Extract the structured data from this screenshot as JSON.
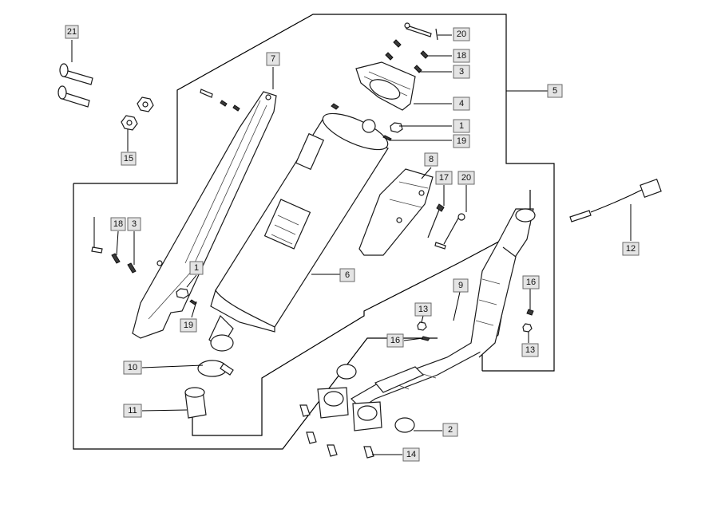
{
  "diagram": {
    "type": "exploded-parts-view",
    "callouts": [
      {
        "id": "c21",
        "label": "21"
      },
      {
        "id": "c7",
        "label": "7"
      },
      {
        "id": "c20a",
        "label": "20"
      },
      {
        "id": "c18a",
        "label": "18"
      },
      {
        "id": "c3a",
        "label": "3"
      },
      {
        "id": "c4",
        "label": "4"
      },
      {
        "id": "c5",
        "label": "5"
      },
      {
        "id": "c1a",
        "label": "1"
      },
      {
        "id": "c19a",
        "label": "19"
      },
      {
        "id": "c15",
        "label": "15"
      },
      {
        "id": "c8",
        "label": "8"
      },
      {
        "id": "c17",
        "label": "17"
      },
      {
        "id": "c20b",
        "label": "20"
      },
      {
        "id": "c18b",
        "label": "18"
      },
      {
        "id": "c3b",
        "label": "3"
      },
      {
        "id": "c12",
        "label": "12"
      },
      {
        "id": "c1b",
        "label": "1"
      },
      {
        "id": "c6",
        "label": "6"
      },
      {
        "id": "c9",
        "label": "9"
      },
      {
        "id": "c16a",
        "label": "16"
      },
      {
        "id": "c19b",
        "label": "19"
      },
      {
        "id": "c13a",
        "label": "13"
      },
      {
        "id": "c13b",
        "label": "13"
      },
      {
        "id": "c16b",
        "label": "16"
      },
      {
        "id": "c10",
        "label": "10"
      },
      {
        "id": "c11",
        "label": "11"
      },
      {
        "id": "c2",
        "label": "2"
      },
      {
        "id": "c14",
        "label": "14"
      }
    ],
    "parts": [
      "bolt",
      "nut",
      "heat-shield-bracket",
      "muffler-end-cap",
      "muffler",
      "heat-shield",
      "spring",
      "gasket",
      "clamp",
      "sleeve",
      "exhaust-pipe",
      "oxygen-sensor",
      "stud-nut"
    ]
  }
}
